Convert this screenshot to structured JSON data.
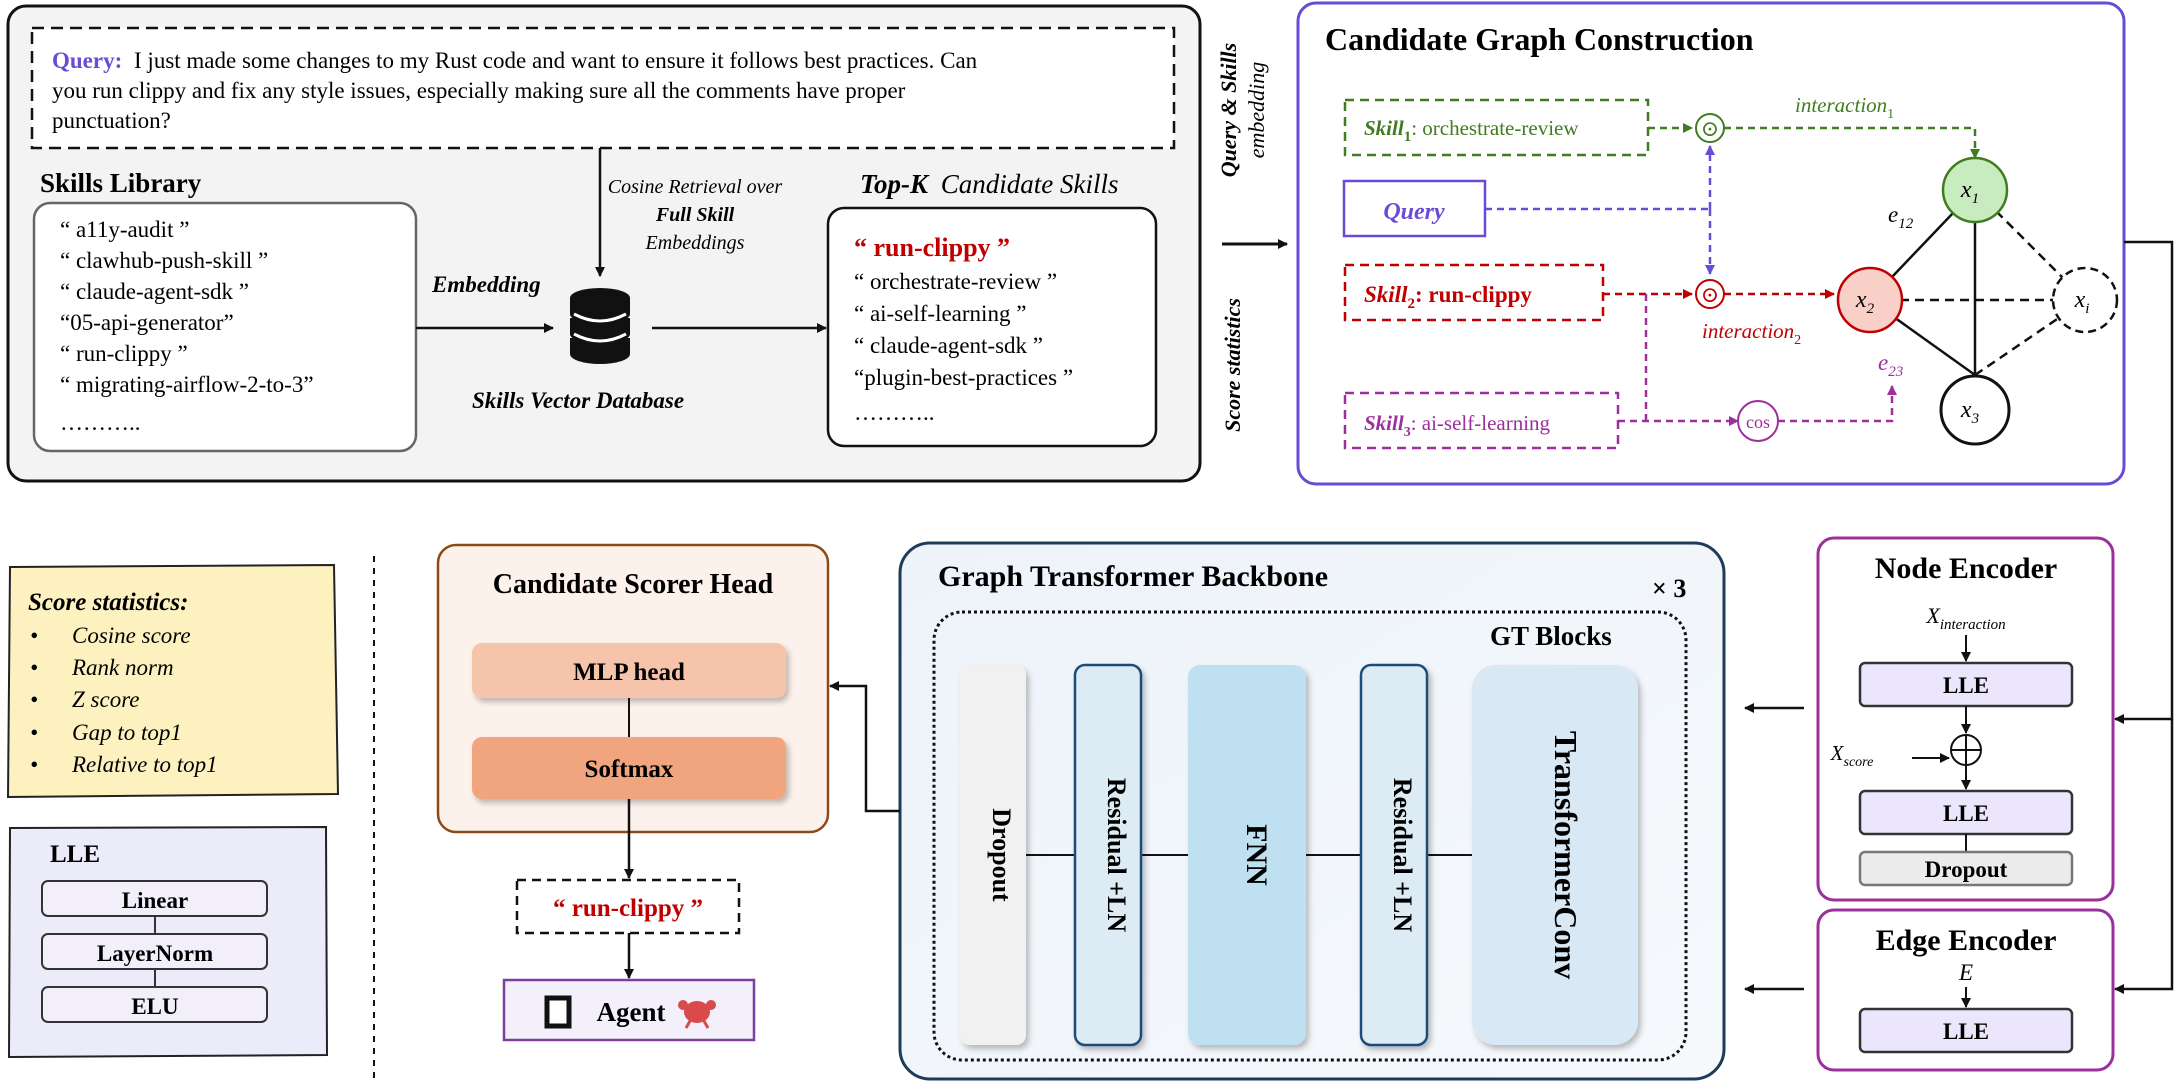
{
  "query": {
    "label": "Query:",
    "line1": "I just made some changes to my Rust code and want to ensure it follows best practices. Can",
    "line2": "you run clippy and fix any style issues, especially making sure all the comments have proper",
    "line3": "punctuation?"
  },
  "skills_library": {
    "title": "Skills Library",
    "items": [
      "“ a11y-audit ”",
      "“ clawhub-push-skill ”",
      "“ claude-agent-sdk ”",
      "“05-api-generator”",
      "“ run-clippy ”",
      "“ migrating-airflow-2-to-3”",
      "……….."
    ]
  },
  "retrieval": {
    "embedding_label": "Embedding",
    "cosine_line1": "Cosine Retrieval over",
    "cosine_line2": "Full Skill",
    "cosine_line3": "Embeddings",
    "db_label": "Skills Vector Database"
  },
  "topk": {
    "title_prefix": "Top-K",
    "title_suffix": "Candidate Skills",
    "items": [
      "“ run-clippy ”",
      "“ orchestrate-review ”",
      "“ ai-self-learning ”",
      "“ claude-agent-sdk ”",
      "“plugin-best-practices ”",
      "……….."
    ]
  },
  "side_labels": {
    "embedding_line1": "Query & Skills",
    "embedding_line2": "embedding",
    "score": "Score statistics"
  },
  "graph": {
    "title": "Candidate Graph Construction",
    "skill1_name": "Skill",
    "skill1_sub": "1",
    "skill1_text": ": orchestrate-review",
    "query_box": "Query",
    "skill2_name": "Skill",
    "skill2_sub": "2",
    "skill2_text": ": run-clippy",
    "skill3_name": "Skill",
    "skill3_sub": "3",
    "skill3_text": ": ai-self-learning",
    "interaction1": "interaction",
    "interaction1_sub": "1",
    "interaction2": "interaction",
    "interaction2_sub": "2",
    "cos": "cos",
    "odot": "⊙",
    "e12": "e",
    "e12_sub": "12",
    "e23": "e",
    "e23_sub": "23",
    "x1": "x",
    "x1_sub": "1",
    "x2": "x",
    "x2_sub": "2",
    "x3": "x",
    "x3_sub": "3",
    "xi": "x",
    "xi_sub": "i"
  },
  "score_stats": {
    "title": "Score statistics:",
    "items": [
      "Cosine score",
      "Rank norm",
      "Z score",
      "Gap to top1",
      "Relative to top1"
    ]
  },
  "lle_legend": {
    "title": "LLE",
    "items": [
      "Linear",
      "LayerNorm",
      "ELU"
    ]
  },
  "scorer": {
    "title": "Candidate Scorer Head",
    "mlp": "MLP head",
    "softmax": "Softmax",
    "output": "“ run-clippy ”",
    "agent": "Agent"
  },
  "backbone": {
    "title": "Graph Transformer Backbone",
    "repeat": "× 3",
    "blocks_label": "GT Blocks",
    "blocks": [
      "Dropout",
      "Residual +LN",
      "FNN",
      "Residual +LN",
      "TransformerConv"
    ]
  },
  "node_encoder": {
    "title": "Node Encoder",
    "x_inter": "X",
    "x_inter_sub": "interaction",
    "lle1": "LLE",
    "x_score": "X",
    "x_score_sub": "score",
    "oplus": "⊕",
    "lle2": "LLE",
    "dropout": "Dropout"
  },
  "edge_encoder": {
    "title": "Edge Encoder",
    "e_label": "E",
    "lle": "LLE"
  },
  "colors": {
    "purple": "#6a4bd6",
    "red": "#c00000",
    "green": "#3f7d20",
    "magenta": "#9c2f9c",
    "node_green": "#c9ebc0",
    "node_red": "#f9d0c8"
  }
}
